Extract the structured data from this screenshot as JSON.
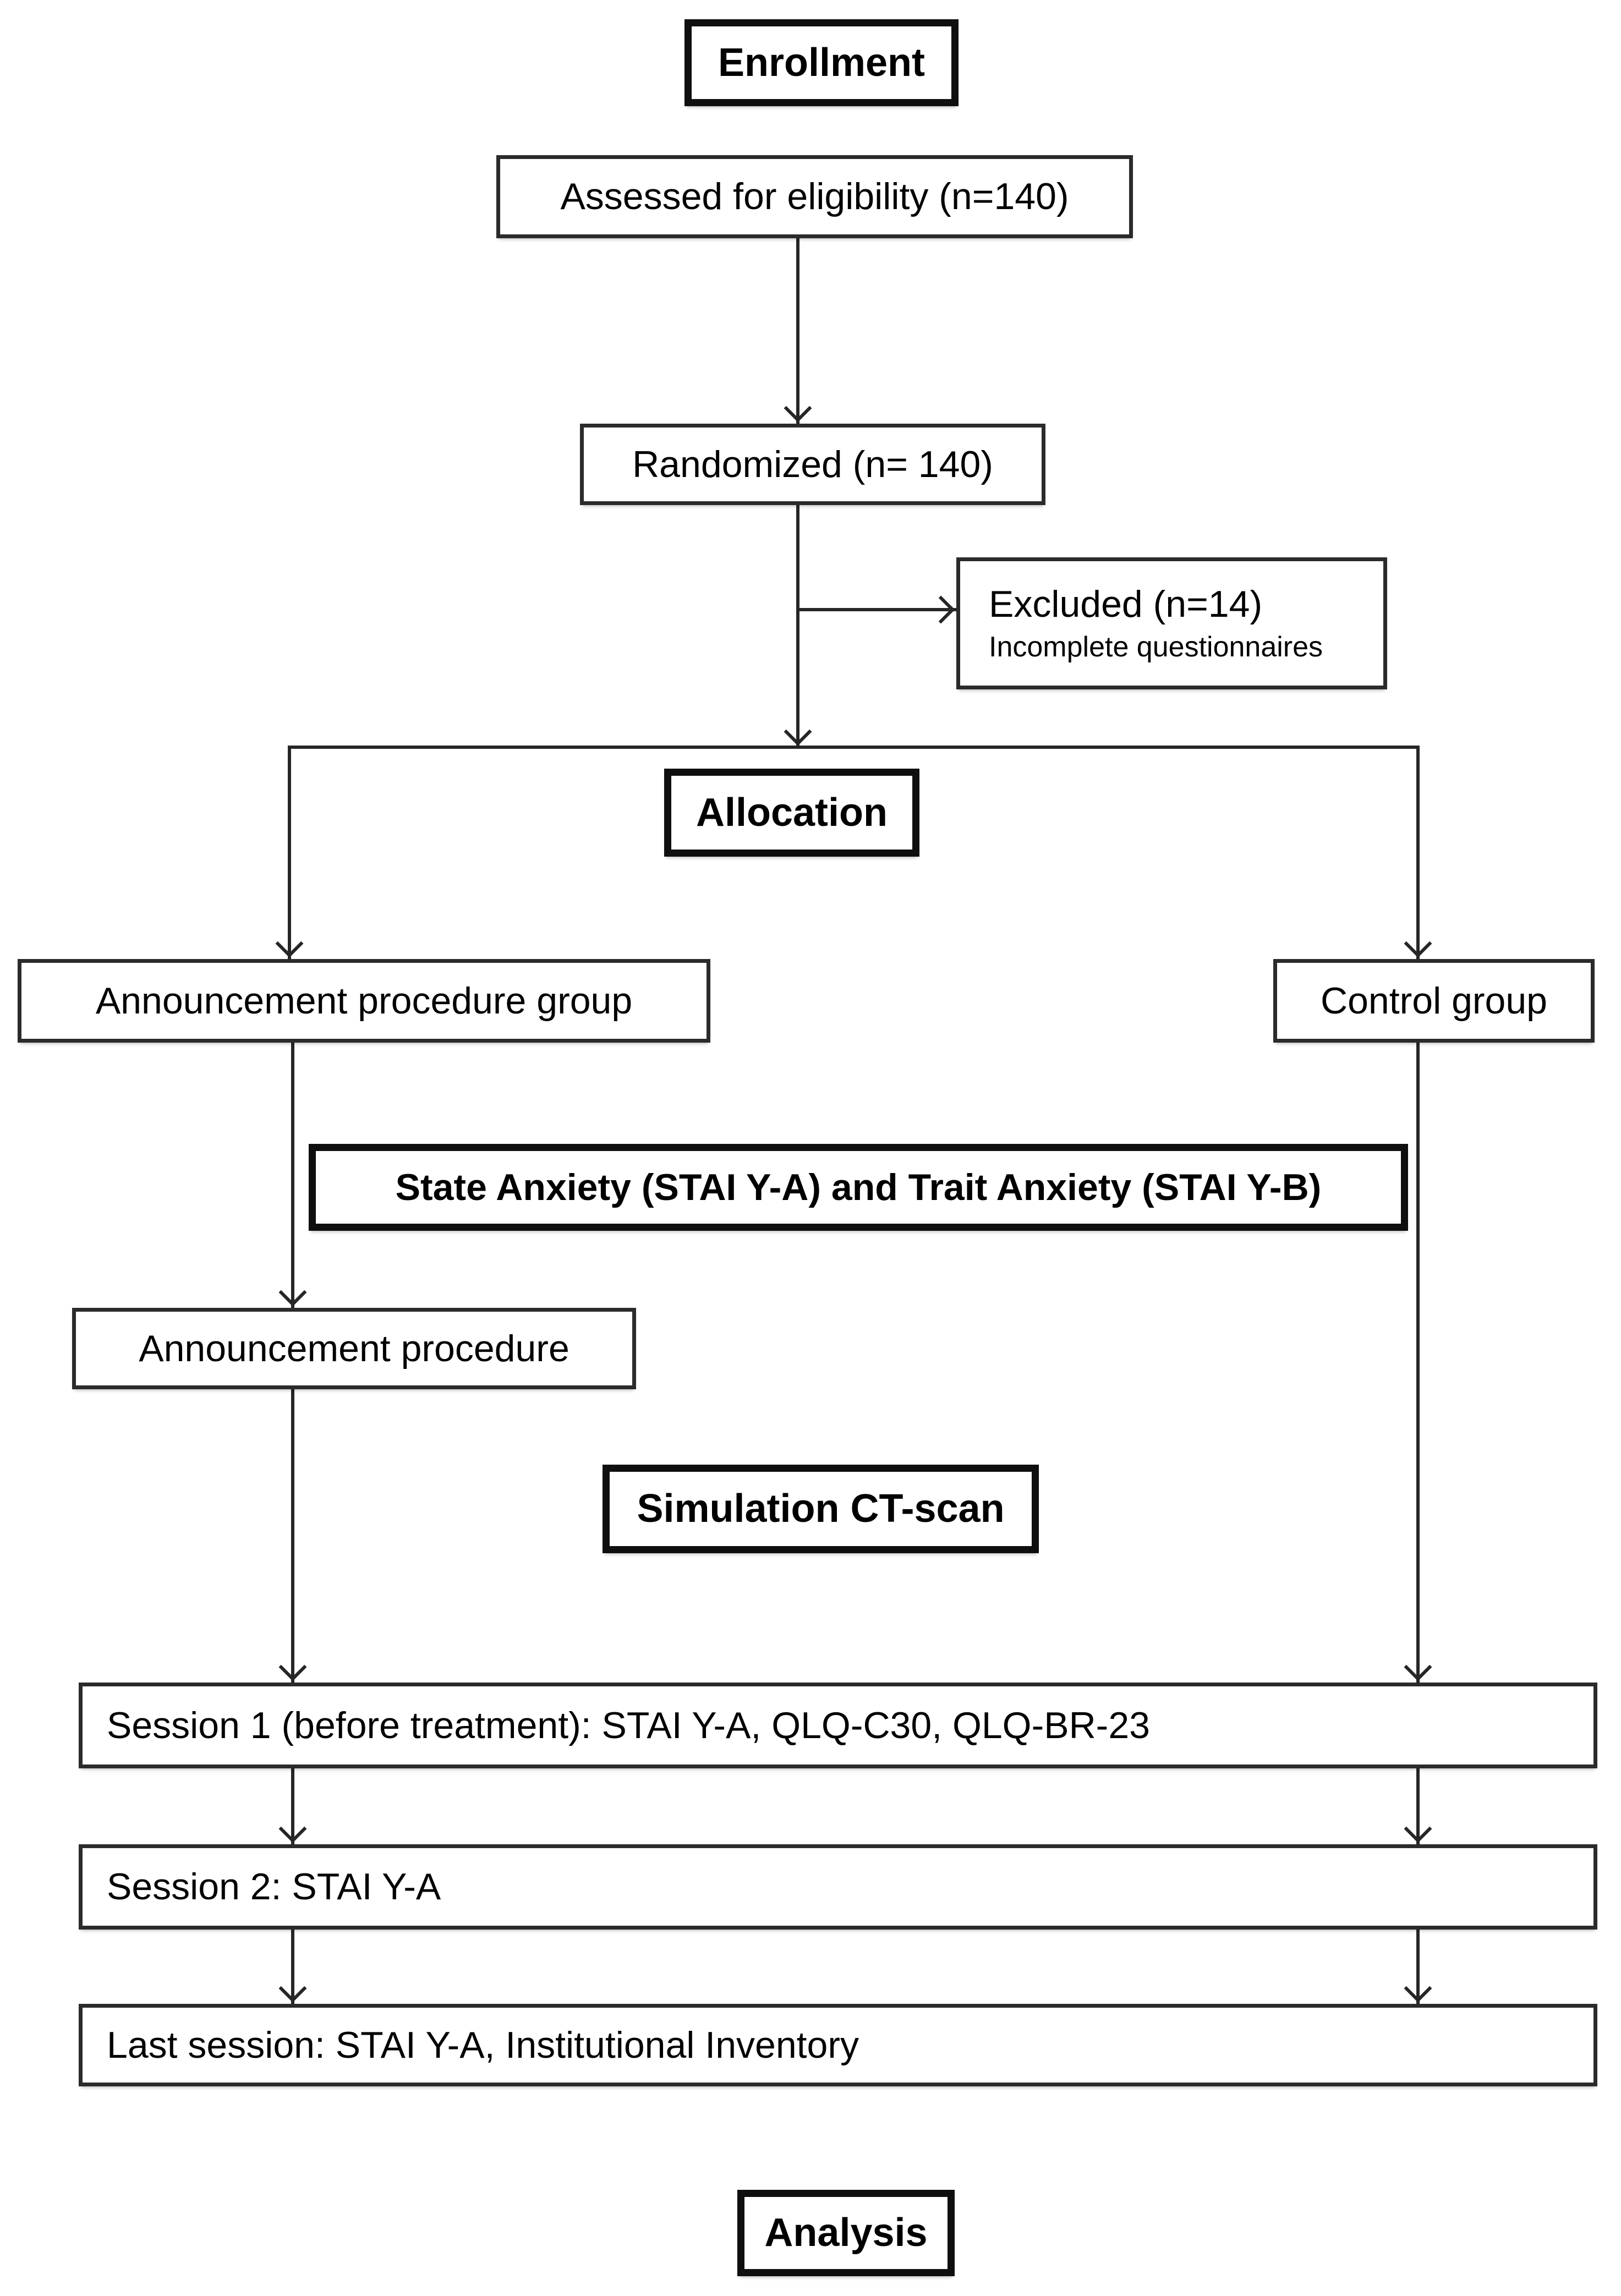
{
  "diagram": {
    "type": "flowchart",
    "background_color": "#ffffff",
    "line_color": "#262626",
    "box_border_color": "#2b2b2b",
    "stage_border_color": "#0f0f0f",
    "nodes": {
      "enrollment": {
        "label": "Enrollment",
        "emphasis": "bold"
      },
      "assessed": {
        "label": "Assessed for eligibility (n=140)"
      },
      "randomized": {
        "label": "Randomized (n= 140)"
      },
      "excluded": {
        "label": "Excluded (n=14)",
        "sublabel": "Incomplete questionnaires"
      },
      "allocation": {
        "label": "Allocation",
        "emphasis": "bold"
      },
      "announcement_group": {
        "label": "Announcement procedure group"
      },
      "control_group": {
        "label": "Control group"
      },
      "anxiety_measures": {
        "label": "State Anxiety (STAI Y-A) and Trait Anxiety (STAI Y-B)",
        "emphasis": "bold"
      },
      "announcement_procedure": {
        "label": "Announcement procedure"
      },
      "simulation_ct": {
        "label": "Simulation CT-scan",
        "emphasis": "bold"
      },
      "session1": {
        "label": "Session 1 (before treatment): STAI Y-A, QLQ-C30, QLQ-BR-23"
      },
      "session2": {
        "label": "Session 2: STAI Y-A"
      },
      "last_session": {
        "label": "Last session: STAI Y-A, Institutional Inventory"
      },
      "analysis": {
        "label": "Analysis",
        "emphasis": "bold"
      }
    },
    "edges": [
      {
        "from": "assessed",
        "to": "randomized",
        "arrow": "down"
      },
      {
        "from": "randomized",
        "to": "excluded",
        "arrow": "right"
      },
      {
        "from": "randomized",
        "to": "allocation_split",
        "arrow": "down"
      },
      {
        "from": "allocation_split",
        "to": "announcement_group",
        "arrow": "down"
      },
      {
        "from": "allocation_split",
        "to": "control_group",
        "arrow": "down"
      },
      {
        "from": "announcement_group",
        "to": "announcement_procedure",
        "arrow": "down"
      },
      {
        "from": "announcement_procedure",
        "to": "session1",
        "arrow": "down"
      },
      {
        "from": "control_group",
        "to": "session1",
        "arrow": "down"
      },
      {
        "from": "session1",
        "to": "session2",
        "arrow": "down",
        "rails": 2
      },
      {
        "from": "session2",
        "to": "last_session",
        "arrow": "down",
        "rails": 2
      }
    ]
  }
}
